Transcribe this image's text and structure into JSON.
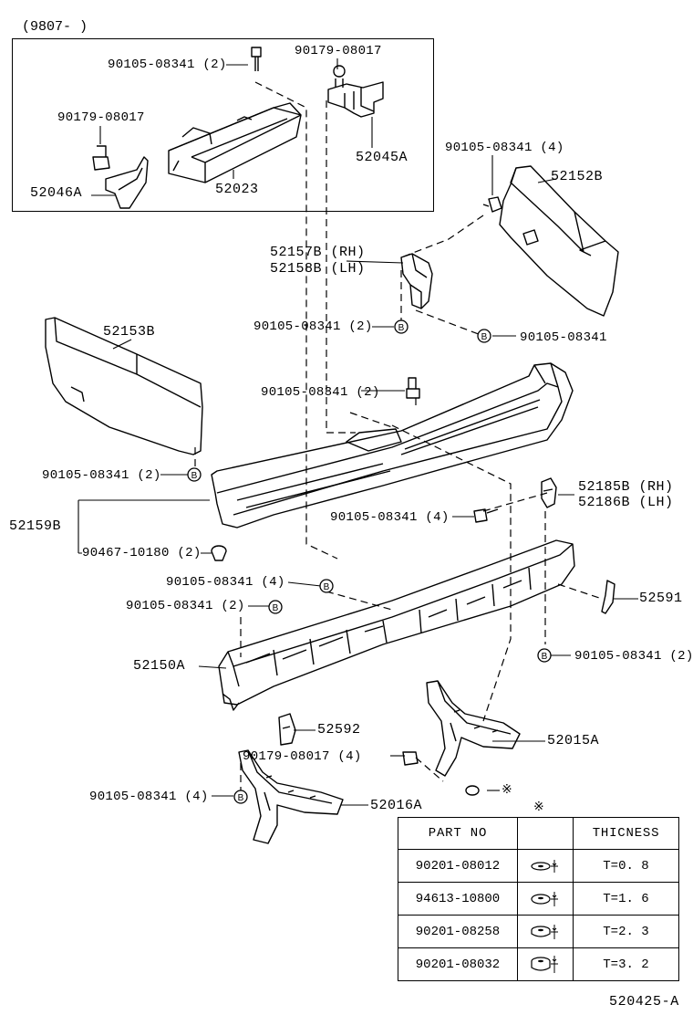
{
  "inset": {
    "label": "(9807-      )"
  },
  "callouts": {
    "inset_bolt": "90105-08341 (2)",
    "inset_clip_top": "90179-08017",
    "inset_clip_left": "90179-08017",
    "p52045a": "52045A",
    "p52046a": "52046A",
    "p52023": "52023",
    "bolt_4_top": "90105-08341 (4)",
    "p52152b": "52152B",
    "p52157b": "52157B (RH)",
    "p52158b": "52158B (LH)",
    "bolt_2_mid": "90105-08341 (2)",
    "bolt_right_mid": "90105-08341",
    "p52153b": "52153B",
    "bolt_2_center": "90105-08341 (2)",
    "bolt_2_left": "90105-08341 (2)",
    "p52159b": "52159B",
    "clip_90467": "90467-10180 (2)",
    "bolt_4_center": "90105-08341 (4)",
    "p52185b": "52185B (RH)",
    "p52186b": "52186B (LH)",
    "bolt_4_lower": "90105-08341 (4)",
    "bolt_2_lower": "90105-08341 (2)",
    "p52591": "52591",
    "p52150a": "52150A",
    "bolt_2_right": "90105-08341 (2)",
    "p52592": "52592",
    "clip_lower": "90179-08017 (4)",
    "p52015a": "52015A",
    "bolt_4_bottom": "90105-08341 (4)",
    "p52016a": "52016A",
    "note_mark": "※",
    "diagram_id": "520425-A"
  },
  "table": {
    "headers": [
      "PART NO",
      "",
      "THICNESS"
    ],
    "rows": [
      {
        "part": "90201-08012",
        "thickness": "T=0. 8"
      },
      {
        "part": "94613-10800",
        "thickness": "T=1. 6"
      },
      {
        "part": "90201-08258",
        "thickness": "T=2. 3"
      },
      {
        "part": "90201-08032",
        "thickness": "T=3. 2"
      }
    ]
  }
}
